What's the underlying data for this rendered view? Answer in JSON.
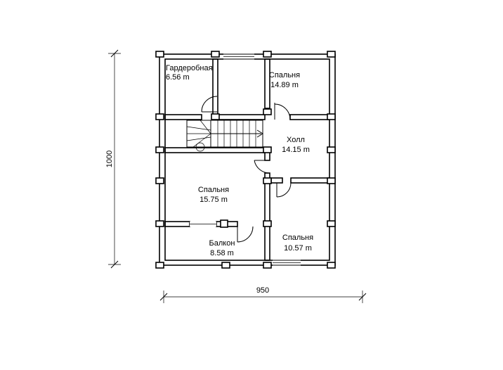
{
  "rooms": [
    {
      "name": "Гардеробная",
      "area": "6.56 m"
    },
    {
      "name": "Спальня",
      "area": "14.89 m"
    },
    {
      "name": "Холл",
      "area": "14.15 m"
    },
    {
      "name": "Спальня",
      "area": "15.75 m"
    },
    {
      "name": "Балкон",
      "area": "8.58 m"
    },
    {
      "name": "Спальня",
      "area": "10.57 m"
    }
  ],
  "dimensions": {
    "width": "950",
    "height": "1000"
  }
}
